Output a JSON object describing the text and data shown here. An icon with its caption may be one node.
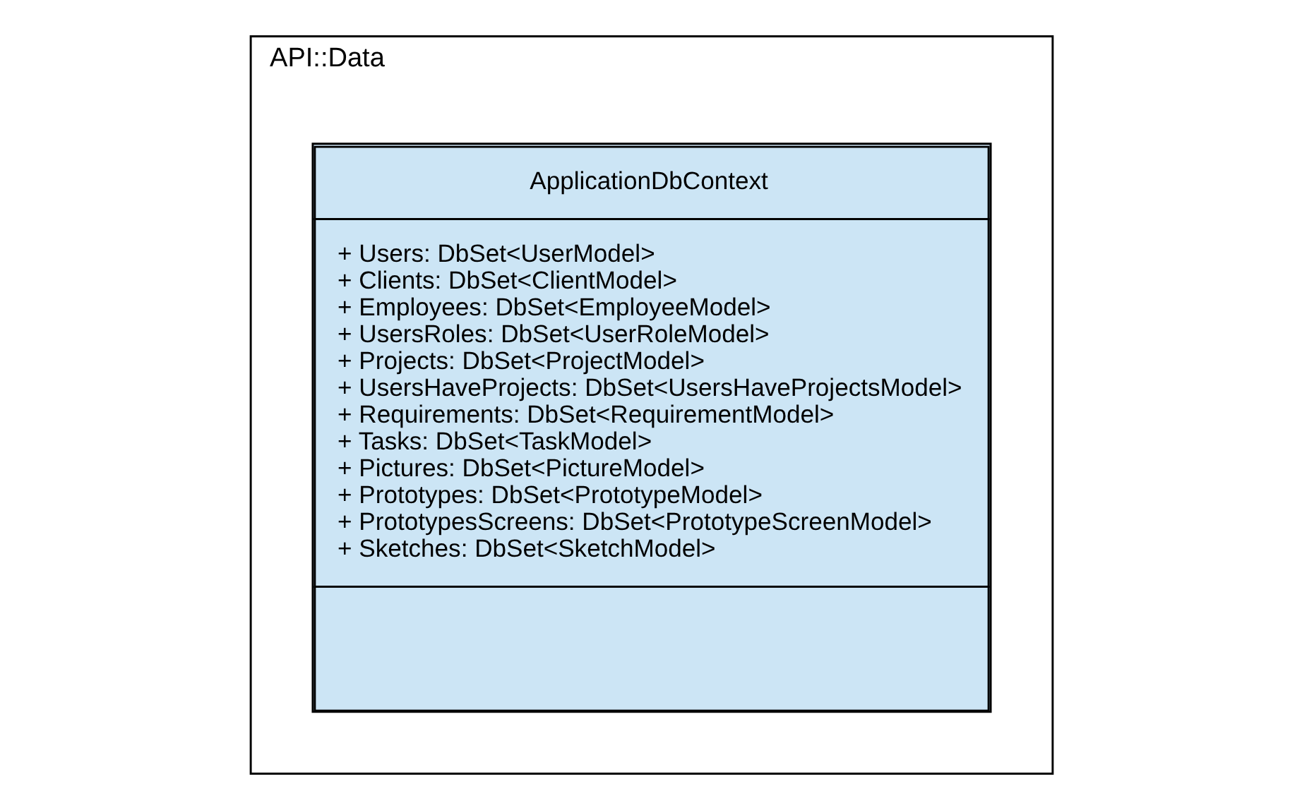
{
  "diagram": {
    "nodes": [
      {
        "text": [
          "API::Data"
        ]
      },
      {
        "text": [
          "ApplicationDbContext",
          "+ Users: DbSet<UserModel>",
          "+ Clients: DbSet<ClientModel>",
          "+ Employees: DbSet<EmployeeModel>",
          "+ UsersRoles: DbSet<UserRoleModel>",
          "+ Projects: DbSet<ProjectModel>",
          "+ UsersHaveProjects: DbSet<UsersHaveProjectsModel>",
          "+ Requirements: DbSet<RequirementModel>",
          "+ Tasks: DbSet<TaskModel>",
          "+ Pictures: DbSet<PictureModel>",
          "+ Prototypes: DbSet<PrototypeModel>",
          "+ PrototypesScreens: DbSet<PrototypeScreenModel>",
          "+ Sketches: DbSet<SketchModel>"
        ],
        "in": 0
      }
    ],
    "edges": []
  }
}
